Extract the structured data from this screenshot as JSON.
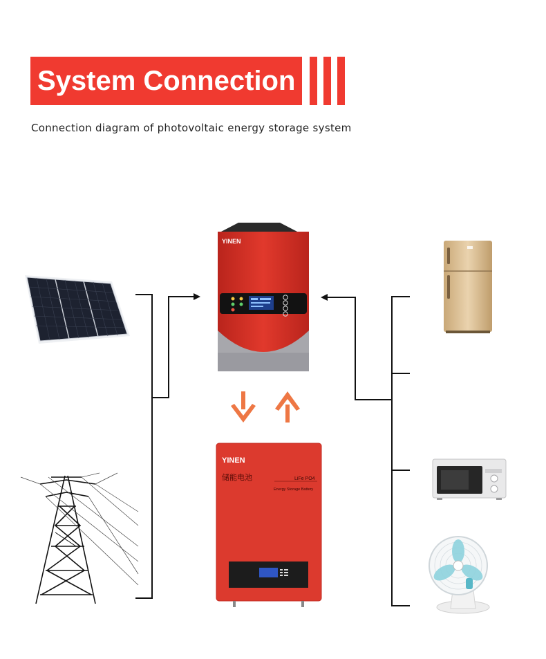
{
  "header": {
    "title": "System Connection",
    "subtitle": "Connection diagram of photovoltaic energy storage system"
  },
  "inverter": {
    "brand": "YINEN"
  },
  "battery": {
    "brand": "YINEN",
    "cn_label": "储能电池",
    "chem": "LiFe PO4",
    "desc": "Energy Storage Battery"
  },
  "colors": {
    "accent": "#f03a30",
    "arrow": "#ee7744",
    "device_red": "#d8362b",
    "line": "#111111"
  },
  "icons": [
    "solar-panel-icon",
    "power-tower-icon",
    "inverter-icon",
    "battery-icon",
    "refrigerator-icon",
    "microwave-icon",
    "fan-icon"
  ]
}
